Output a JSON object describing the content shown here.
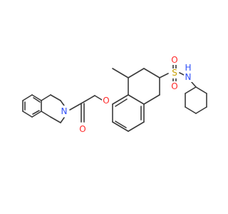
{
  "colors": {
    "bond": "#3a3a3a",
    "oxygen": "#ff2a2a",
    "nitrogen": "#3050f8",
    "sulfur": "#c8a000",
    "background": "#ffffff"
  },
  "atoms": {
    "amide_nitrogen": "N",
    "amide_oxygen": "O",
    "ether_oxygen": "O",
    "sulfur": "S",
    "sulfonyl_oxygen_top": "O",
    "sulfonyl_oxygen_bottom": "O",
    "sulfonamide_nh": "H",
    "sulfonamide_nitrogen": "N"
  }
}
